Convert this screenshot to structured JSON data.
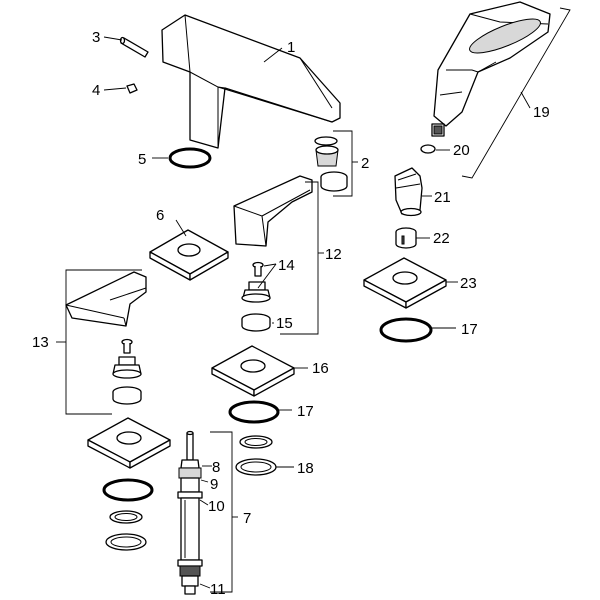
{
  "callouts": {
    "c1": "1",
    "c2": "2",
    "c3": "3",
    "c4": "4",
    "c5": "5",
    "c6": "6",
    "c7": "7",
    "c8": "8",
    "c9": "9",
    "c10": "10",
    "c11": "11",
    "c12": "12",
    "c13": "13",
    "c14": "14",
    "c15": "15",
    "c16": "16",
    "c17a": "17",
    "c17b": "17",
    "c18": "18",
    "c19": "19",
    "c20": "20",
    "c21": "21",
    "c22": "22",
    "c23": "23"
  }
}
